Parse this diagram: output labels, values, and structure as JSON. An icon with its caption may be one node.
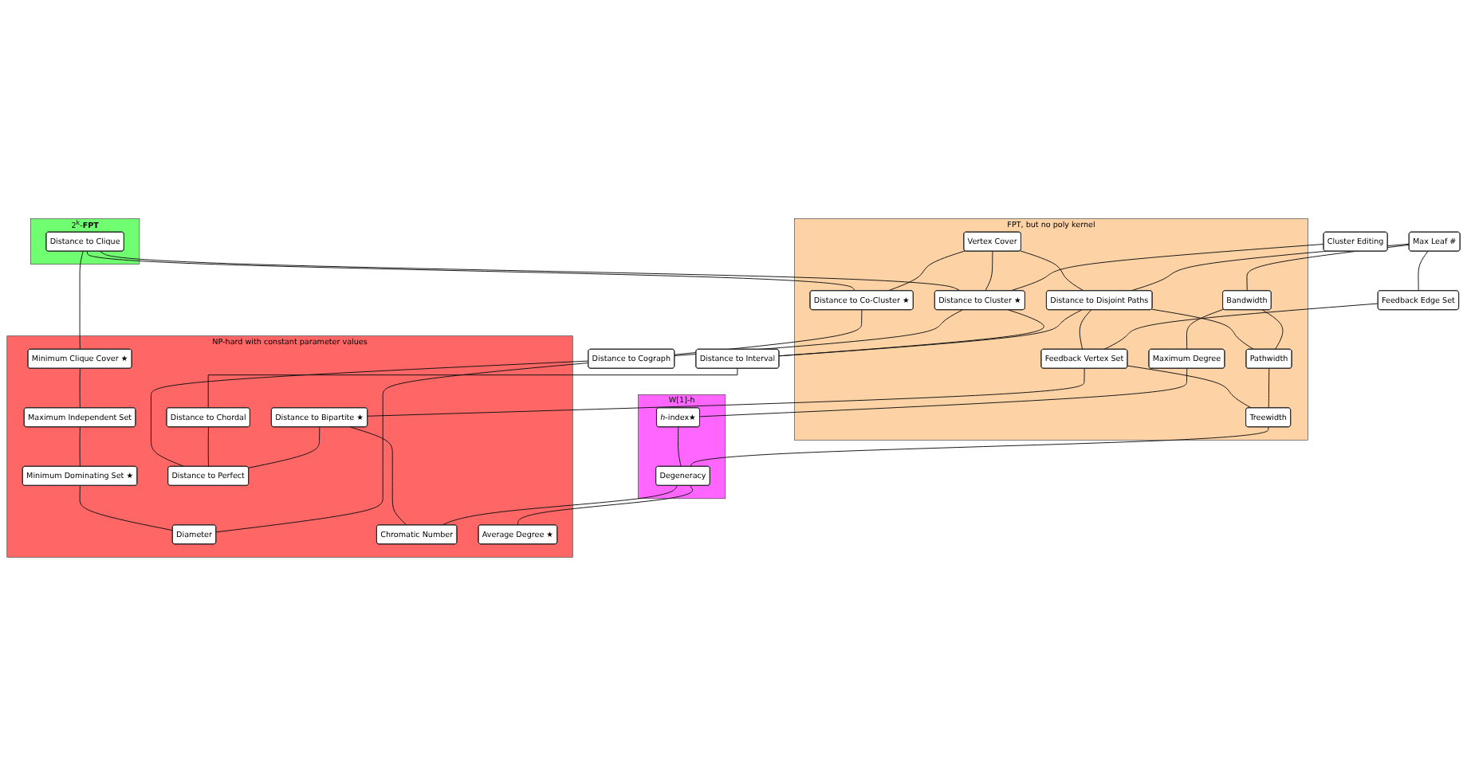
{
  "diagram": {
    "nodes": [
      {
        "text": [
          "2$^{k}$-**FPT**"
        ]
      },
      {
        "text": [
          "Distance to Clique"
        ],
        "in": 0
      },
      {
        "text": [
          "FPT, but no poly kernel"
        ]
      },
      {
        "text": [
          "Vertex Cover"
        ],
        "in": 2
      },
      {
        "text": [
          "Cluster Editing"
        ]
      },
      {
        "text": [
          "Max Leaf #"
        ]
      },
      {
        "text": [
          "Distance to Co-Cluster ★"
        ],
        "in": 2
      },
      {
        "text": [
          "Distance to Cluster ★"
        ],
        "in": 2
      },
      {
        "text": [
          "Distance to Disjoint Paths"
        ],
        "in": 2
      },
      {
        "text": [
          "Feedback Edge Set"
        ]
      },
      {
        "text": [
          "Bandwidth"
        ],
        "in": 2
      },
      {
        "text": [
          "Distance to Cograph"
        ]
      },
      {
        "text": [
          "Distance to Interval"
        ]
      },
      {
        "text": [
          "Feedback Vertex Set"
        ],
        "in": 2
      },
      {
        "text": [
          "Pathwidth"
        ],
        "in": 2
      },
      {
        "text": [
          "Maximum Degree"
        ],
        "in": 2
      },
      {
        "text": [
          "Treewidth"
        ],
        "in": 2
      },
      {
        "text": [
          "W[1]-h"
        ]
      },
      {
        "text": [
          "*h*-index★"
        ],
        "in": 17
      },
      {
        "text": [
          "Degeneracy"
        ],
        "in": 17
      },
      {
        "text": [
          "NP-hard with constant parameter values"
        ]
      },
      {
        "text": [
          "Minimum Clique Cover ★"
        ],
        "in": 20
      },
      {
        "text": [
          "Maximum Independent Set"
        ],
        "in": 20
      },
      {
        "text": [
          "Minimum Dominating Set ★"
        ],
        "in": 20
      },
      {
        "text": [
          "Distance to Chordal"
        ],
        "in": 20
      },
      {
        "text": [
          "Distance to Bipartite ★"
        ],
        "in": 20
      },
      {
        "text": [
          "Diameter"
        ],
        "in": 20
      },
      {
        "text": [
          "Distance to Perfect"
        ],
        "in": 20
      },
      {
        "text": [
          "Chromatic Number"
        ],
        "in": 20
      },
      {
        "text": [
          "Average Degree ★"
        ],
        "in": 20
      }
    ],
    "edges": [
      {
        "from": 1,
        "to": 21,
        "arrow": "none"
      },
      {
        "from": 1,
        "to": 6,
        "arrow": "none"
      },
      {
        "from": 1,
        "to": 7,
        "arrow": "none"
      },
      {
        "from": 3,
        "to": 6,
        "arrow": "none"
      },
      {
        "from": 3,
        "to": 7,
        "arrow": "none"
      },
      {
        "from": 3,
        "to": 8,
        "arrow": "none"
      },
      {
        "from": 4,
        "to": 7,
        "arrow": "none"
      },
      {
        "from": 5,
        "to": 8,
        "arrow": "none"
      },
      {
        "from": 5,
        "to": 9,
        "arrow": "none"
      },
      {
        "from": 5,
        "to": 10,
        "arrow": "none"
      },
      {
        "from": 21,
        "to": 22,
        "arrow": "none"
      },
      {
        "from": 22,
        "to": 23,
        "arrow": "none"
      },
      {
        "from": 23,
        "to": 26,
        "arrow": "none"
      },
      {
        "from": 6,
        "to": 11,
        "arrow": "none"
      },
      {
        "from": 7,
        "to": 11,
        "arrow": "none"
      },
      {
        "from": 7,
        "to": 12,
        "arrow": "none"
      },
      {
        "from": 8,
        "to": 12,
        "arrow": "none"
      },
      {
        "from": 8,
        "to": 13,
        "arrow": "none"
      },
      {
        "from": 8,
        "to": 14,
        "arrow": "none"
      },
      {
        "from": 9,
        "to": 13,
        "arrow": "none"
      },
      {
        "from": 10,
        "to": 14,
        "arrow": "none"
      },
      {
        "from": 10,
        "to": 15,
        "arrow": "none"
      },
      {
        "from": 11,
        "to": 26,
        "arrow": "none"
      },
      {
        "from": 11,
        "to": 27,
        "arrow": "none"
      },
      {
        "from": 12,
        "to": 24,
        "arrow": "none"
      },
      {
        "from": 24,
        "to": 27,
        "arrow": "none"
      },
      {
        "from": 25,
        "to": 27,
        "arrow": "none"
      },
      {
        "from": 13,
        "to": 25,
        "arrow": "none"
      },
      {
        "from": 13,
        "to": 16,
        "arrow": "none"
      },
      {
        "from": 14,
        "to": 16,
        "arrow": "none"
      },
      {
        "from": 15,
        "to": 18,
        "arrow": "none"
      },
      {
        "from": 18,
        "to": 19,
        "arrow": "none"
      },
      {
        "from": 16,
        "to": 19,
        "arrow": "none"
      },
      {
        "from": 25,
        "to": 28,
        "arrow": "none"
      },
      {
        "from": 19,
        "to": 28,
        "arrow": "none"
      },
      {
        "from": 19,
        "to": 29,
        "arrow": "none"
      }
    ]
  }
}
